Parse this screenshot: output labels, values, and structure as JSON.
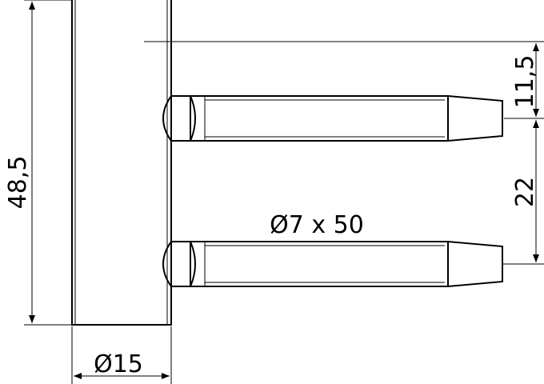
{
  "dimensions": {
    "overall_height": "48,5",
    "offset_top": "11,5",
    "pin_spacing": "22",
    "pin_size": "Ø7 x 50",
    "body_diameter": "Ø15"
  },
  "colors": {
    "line": "#000000",
    "background": "#ffffff"
  }
}
